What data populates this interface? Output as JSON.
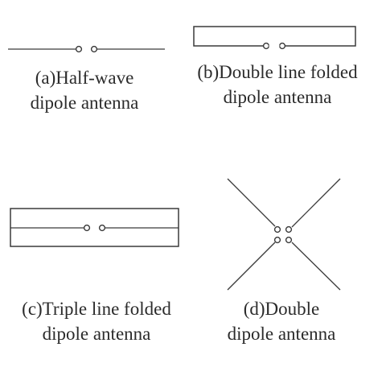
{
  "figure": {
    "panels": [
      {
        "id": "a",
        "line1": "(a)Half-wave",
        "line2": "dipole antenna"
      },
      {
        "id": "b",
        "line1": "(b)Double line folded",
        "line2": "dipole antenna"
      },
      {
        "id": "c",
        "line1": "(c)Triple line folded",
        "line2": "dipole antenna"
      },
      {
        "id": "d",
        "line1": "(d)Double",
        "line2": "dipole antenna"
      }
    ]
  }
}
